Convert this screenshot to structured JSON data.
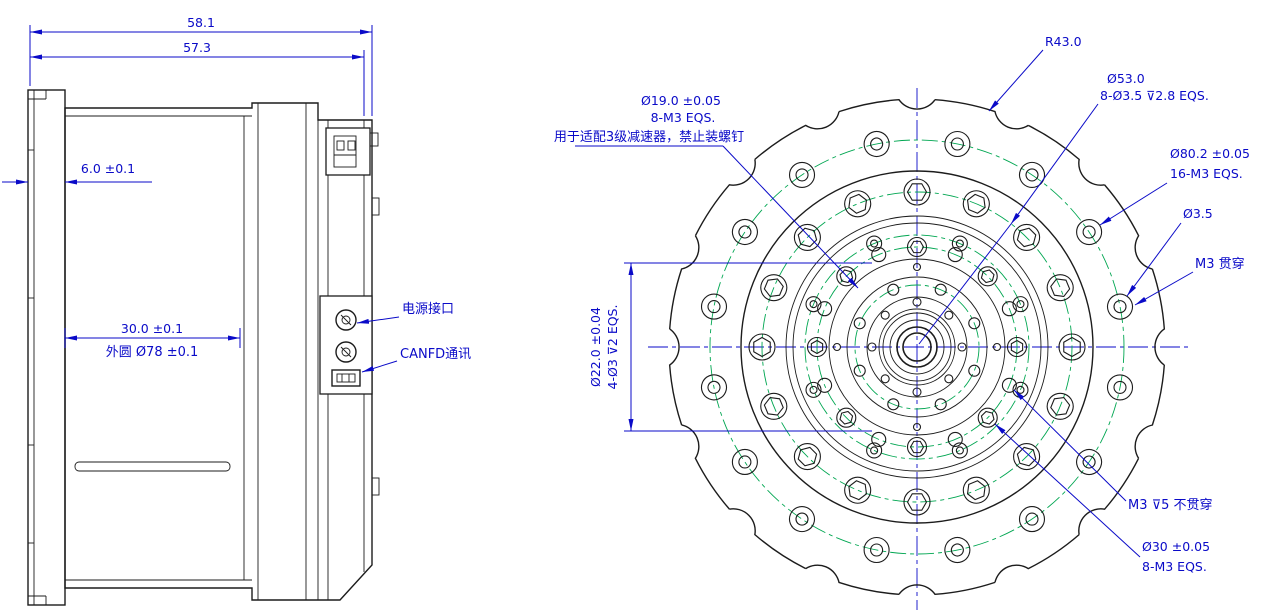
{
  "colors": {
    "dimension_blue": "#0a0ac8",
    "outline_black": "#1c1c1c",
    "centerline_green": "#00a651"
  },
  "side_view": {
    "dimensions": {
      "overall_width": "58.1",
      "inner_width": "57.3",
      "flange_thickness": "6.0 ±0.1",
      "body_length": "30.0 ±0.1",
      "outer_diameter_note": "外圆 Ø78 ±0.1"
    },
    "labels": {
      "power_port": "电源接口",
      "canfd_port": "CANFD通讯"
    }
  },
  "front_view": {
    "dimensions": {
      "r43": "R43.0",
      "d53_line1": "Ø53.0",
      "d53_line2": "8-Ø3.5 ⊽2.8 EQS.",
      "d19_line1": "Ø19.0 ±0.05",
      "d19_line2": "8-M3 EQS.",
      "d19_note": "用于适配3级减速器，禁止装螺钉",
      "d80_line1": "Ø80.2 ±0.05",
      "d80_line2": "16-M3 EQS.",
      "d35": "Ø3.5",
      "m3_through": "M3 贯穿",
      "d22_line1": "Ø22.0 ±0.04",
      "d22_line2": "4-Ø3 ⊽2 EQS.",
      "m3_blind": "M3 ⊽5 不贯穿",
      "d30_line1": "Ø30 ±0.05",
      "d30_line2": "8-M3 EQS."
    }
  }
}
